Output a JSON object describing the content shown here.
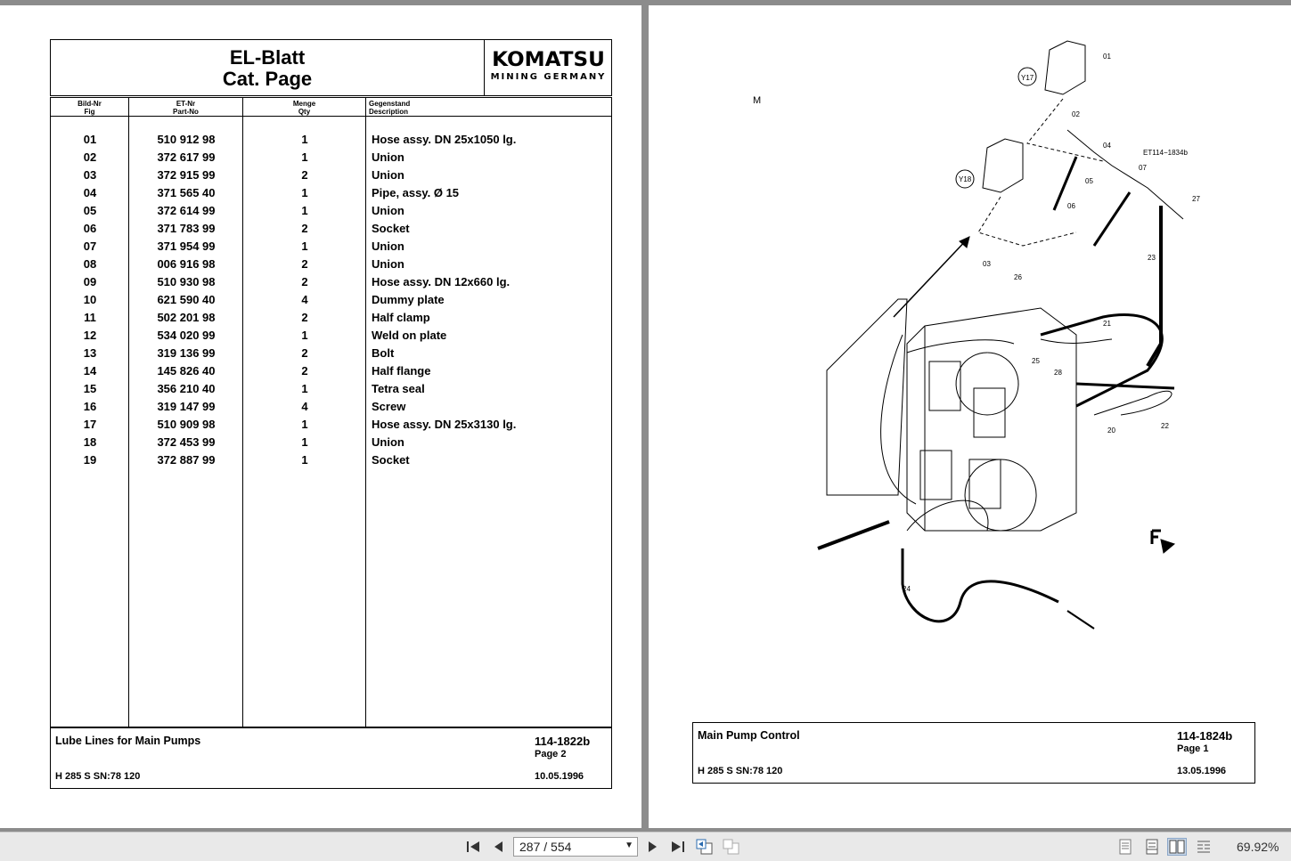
{
  "left_page": {
    "header": {
      "title_line1": "EL-Blatt",
      "title_line2": "Cat. Page",
      "logo_main": "KOMATSU",
      "logo_sub": "MINING GERMANY"
    },
    "columns": [
      {
        "line1": "Bild-Nr",
        "line2": "Fig"
      },
      {
        "line1": "ET-Nr",
        "line2": "Part-No"
      },
      {
        "line1": "Menge",
        "line2": "Qty"
      },
      {
        "line1": "Gegenstand",
        "line2": "Description"
      }
    ],
    "rows": [
      {
        "fig": "01",
        "part": "510 912 98",
        "qty": "1",
        "desc": "Hose assy. DN 25x1050 lg."
      },
      {
        "fig": "02",
        "part": "372 617 99",
        "qty": "1",
        "desc": "Union"
      },
      {
        "fig": "03",
        "part": "372 915 99",
        "qty": "2",
        "desc": "Union"
      },
      {
        "fig": "04",
        "part": "371 565 40",
        "qty": "1",
        "desc": "Pipe, assy. Ø 15"
      },
      {
        "fig": "05",
        "part": "372 614 99",
        "qty": "1",
        "desc": "Union"
      },
      {
        "fig": "06",
        "part": "371 783 99",
        "qty": "2",
        "desc": "Socket"
      },
      {
        "fig": "07",
        "part": "371 954 99",
        "qty": "1",
        "desc": "Union"
      },
      {
        "fig": "08",
        "part": "006 916 98",
        "qty": "2",
        "desc": "Union"
      },
      {
        "fig": "09",
        "part": "510 930 98",
        "qty": "2",
        "desc": "Hose assy. DN 12x660 lg."
      },
      {
        "fig": "10",
        "part": "621 590 40",
        "qty": "4",
        "desc": "Dummy plate"
      },
      {
        "fig": "11",
        "part": "502 201 98",
        "qty": "2",
        "desc": "Half clamp"
      },
      {
        "fig": "12",
        "part": "534 020 99",
        "qty": "1",
        "desc": "Weld on plate"
      },
      {
        "fig": "13",
        "part": "319 136 99",
        "qty": "2",
        "desc": "Bolt"
      },
      {
        "fig": "14",
        "part": "145 826 40",
        "qty": "2",
        "desc": "Half flange"
      },
      {
        "fig": "15",
        "part": "356 210 40",
        "qty": "1",
        "desc": "Tetra seal"
      },
      {
        "fig": "16",
        "part": "319 147 99",
        "qty": "4",
        "desc": "Screw"
      },
      {
        "fig": "17",
        "part": "510 909 98",
        "qty": "1",
        "desc": "Hose assy. DN 25x3130 lg."
      },
      {
        "fig": "18",
        "part": "372 453 99",
        "qty": "1",
        "desc": "Union"
      },
      {
        "fig": "19",
        "part": "372 887 99",
        "qty": "1",
        "desc": "Socket"
      }
    ],
    "footer": {
      "title": "Lube Lines for Main Pumps",
      "number": "114-1822b",
      "page": "Page 2",
      "serial": "H 285 S SN:78 120",
      "date": "10.05.1996"
    }
  },
  "right_page": {
    "marker": "M",
    "callouts": [
      "01",
      "02",
      "04",
      "05",
      "06",
      "07",
      "27",
      "23",
      "26",
      "21",
      "25",
      "28",
      "20",
      "22",
      "24",
      "03",
      "Y17",
      "Y18",
      "ET114−1834b"
    ],
    "footer": {
      "title": "Main Pump Control",
      "number": "114-1824b",
      "page": "Page 1",
      "serial": "H 285 S SN:78 120",
      "date": "13.05.1996"
    }
  },
  "toolbar": {
    "page_indicator": "287 / 554",
    "zoom": "69.92%",
    "colors": {
      "bar": "#e9e9e9",
      "viewer_bg": "#8c8c8c"
    }
  }
}
